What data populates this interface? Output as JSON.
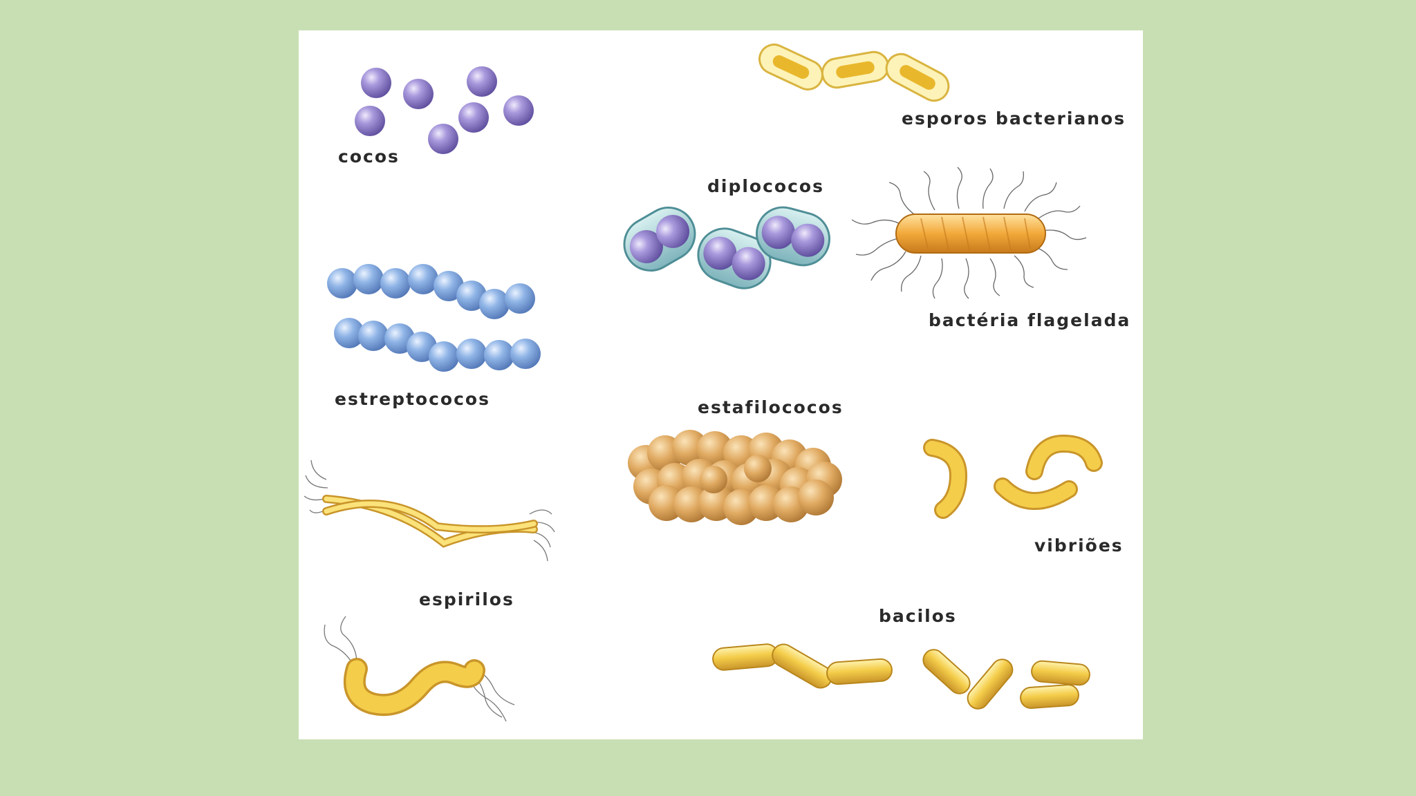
{
  "labels": {
    "cocos": "cocos",
    "esporos": "esporos bacterianos",
    "diplococos": "diplococos",
    "flagelada": "bactéria flagelada",
    "estreptococos": "estreptococos",
    "estafilococos": "estafilococos",
    "vibrioes": "vibriões",
    "espirilos": "espirilos",
    "bacilos": "bacilos"
  },
  "icons": [
    "cocci-cluster",
    "spore-chain",
    "diplococci",
    "flagellated-bacterium",
    "streptococci-chains",
    "staphylococci-cluster",
    "vibrios",
    "spirilla",
    "bacilli"
  ],
  "colors": {
    "background": "#c8dfb4",
    "panel": "#ffffff",
    "coccus": "#8c7bc8",
    "streptococcus": "#7fa6da",
    "diplococcus_capsule": "#a9d4d8",
    "staphylococcus": "#d9a45c",
    "rod_yellow": "#f2c94c",
    "flagellated_body": "#f0a93a",
    "text": "#2a2a2a"
  }
}
